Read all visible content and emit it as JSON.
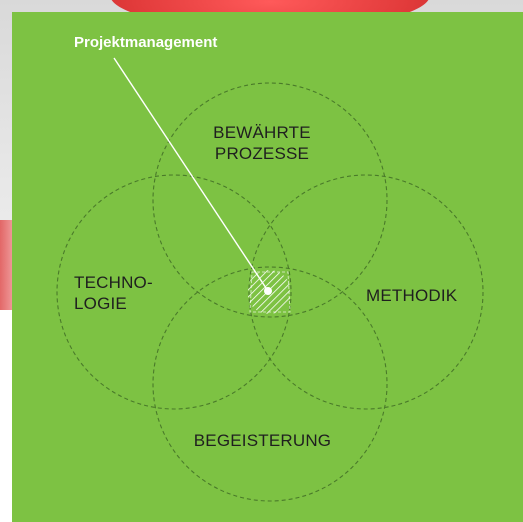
{
  "callout": {
    "label": "Projektmanagement"
  },
  "circles": {
    "top": [
      "BEWÄHRTE",
      "PROZESSE"
    ],
    "left": [
      "TECHNO-",
      "LOGIE"
    ],
    "right": "METHODIK",
    "bottom": "BEGEISTERUNG"
  },
  "colors": {
    "panel_green": "#7dc243",
    "circle_stroke": "#4a7a2a",
    "callout_text": "#ffffff",
    "label_text": "#1f1f1f",
    "accent_red": "#e23b3b"
  }
}
